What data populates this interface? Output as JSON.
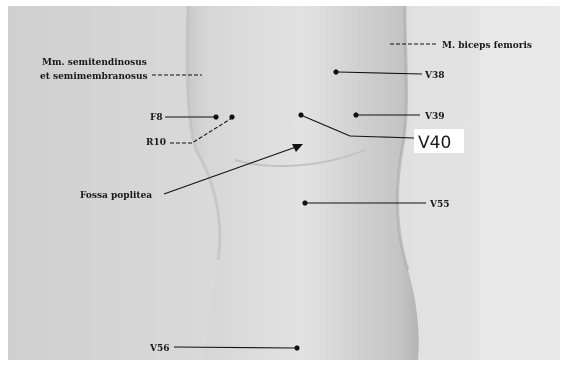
{
  "labels": {
    "biceps": "M. biceps femoris",
    "semi_line1": "Mm. semitendinosus",
    "semi_line2": "et semimembranosus",
    "v38": "V38",
    "v39": "V39",
    "v40": "V40",
    "f8": "F8",
    "r10": "R10",
    "fossa": "Fossa poplitea",
    "v55": "V55",
    "v56": "V56"
  }
}
